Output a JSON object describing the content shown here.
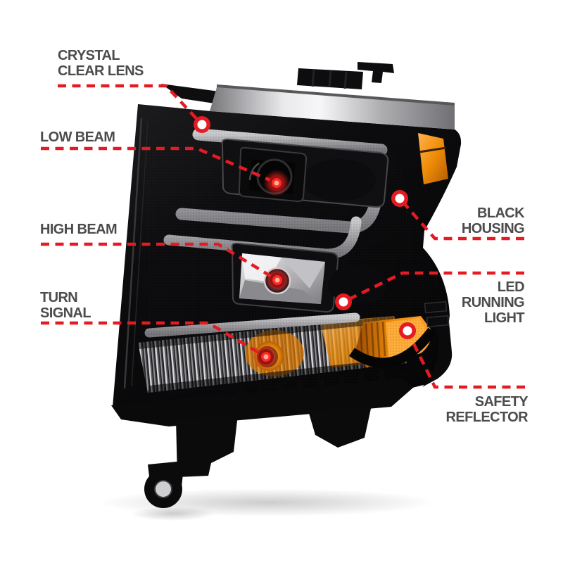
{
  "diagram": {
    "background": "#ffffff",
    "labels": {
      "crystal_clear_lens": {
        "line1": "CRYSTAL",
        "line2": "CLEAR LENS"
      },
      "low_beam": {
        "line1": "LOW BEAM"
      },
      "high_beam": {
        "line1": "HIGH BEAM"
      },
      "turn_signal": {
        "line1": "TURN",
        "line2": "SIGNAL"
      },
      "black_housing": {
        "line1": "BLACK",
        "line2": "HOUSING"
      },
      "led_running_light": {
        "line1": "LED",
        "line2": "RUNNING",
        "line3": "LIGHT"
      },
      "safety_reflector": {
        "line1": "SAFETY",
        "line2": "REFLECTOR"
      }
    },
    "colors": {
      "callout_red": "#e41b23",
      "label_text": "#4c4c4c",
      "amber_reflector": "#ef8c07",
      "chrome_trim": "#d9d9db",
      "housing_black": "#0b0b0d",
      "drl_gray": "#a8a8ac"
    }
  }
}
